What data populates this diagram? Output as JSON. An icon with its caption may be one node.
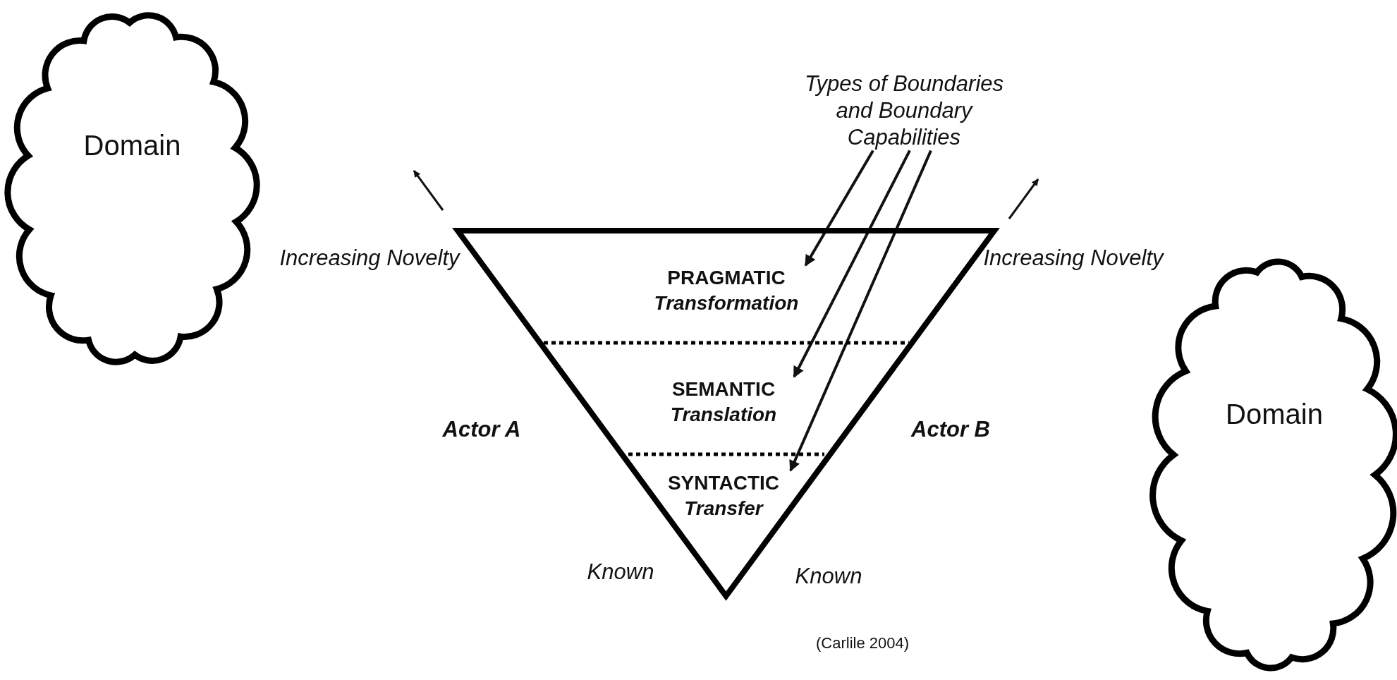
{
  "diagram": {
    "caption": "(Carlile 2004)",
    "nodes": [
      {
        "text": [
          "Domain"
        ]
      },
      {
        "text": [
          "Domain"
        ]
      },
      {
        "text": [],
        "shape": "triangle"
      },
      {
        "text": [
          "PRAGMATIC",
          "Transformation"
        ],
        "in": 2
      },
      {
        "text": [
          "SEMANTIC",
          "Translation"
        ],
        "in": 2
      },
      {
        "text": [
          "SYNTACTIC",
          "Transfer"
        ],
        "in": 2
      },
      {
        "text": [
          "Types of Boundaries and Boundary Capabilities"
        ]
      }
    ],
    "edges": [
      {
        "from": 6,
        "to": 3,
        "arrow": "to"
      },
      {
        "from": 6,
        "to": 4,
        "arrow": "to"
      },
      {
        "from": 6,
        "to": 5,
        "arrow": "to"
      }
    ],
    "labels": [
      "Increasing Novelty",
      "Increasing Novelty",
      "Actor A",
      "Actor B",
      "Known",
      "Known"
    ]
  }
}
